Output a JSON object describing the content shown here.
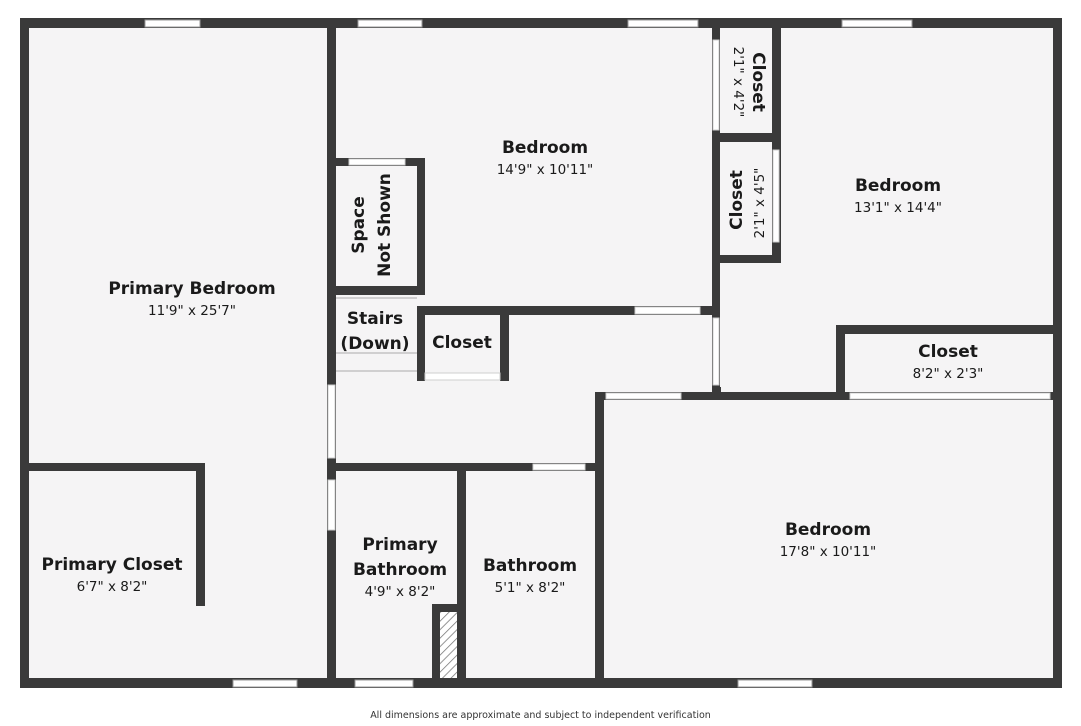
{
  "rooms": {
    "primary_bedroom": {
      "name": "Primary Bedroom",
      "dims": "11'9\" x 25'7\""
    },
    "primary_closet": {
      "name": "Primary Closet",
      "dims": "6'7\" x 8'2\""
    },
    "bedroom_top": {
      "name": "Bedroom",
      "dims": "14'9\" x 10'11\""
    },
    "space_not_shown": {
      "line1": "Space",
      "line2": "Not Shown"
    },
    "stairs": {
      "line1": "Stairs",
      "line2": "(Down)"
    },
    "hall_closet": {
      "name": "Closet"
    },
    "closet_upper": {
      "name": "Closet",
      "dims": "2'1\" x 4'2\""
    },
    "closet_lower": {
      "name": "Closet",
      "dims": "2'1\" x 4'5\""
    },
    "bedroom_right": {
      "name": "Bedroom",
      "dims": "13'1\" x 14'4\""
    },
    "closet_right": {
      "name": "Closet",
      "dims": "8'2\" x 2'3\""
    },
    "bedroom_bottom": {
      "name": "Bedroom",
      "dims": "17'8\" x 10'11\""
    },
    "primary_bathroom": {
      "line1": "Primary",
      "line2": "Bathroom",
      "dims": "4'9\" x 8'2\""
    },
    "bathroom": {
      "name": "Bathroom",
      "dims": "5'1\" x 8'2\""
    }
  },
  "footer": "All dimensions are approximate and subject to independent verification",
  "colors": {
    "wall": "#3a3a3a",
    "floor": "#f5f4f5"
  }
}
